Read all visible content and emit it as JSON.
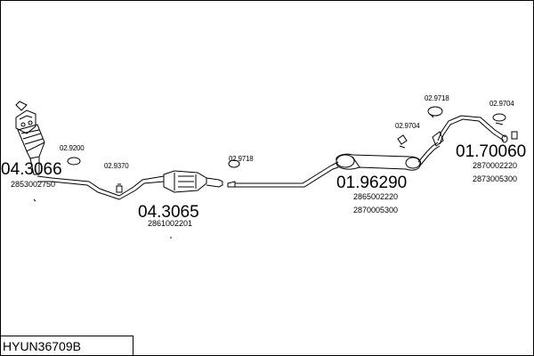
{
  "parts": {
    "cat_front": {
      "number": "04.3066",
      "ref": "2853002750"
    },
    "clamp_9200": {
      "number": "02.9200"
    },
    "clamp_9370": {
      "number": "02.9370"
    },
    "cat_middle": {
      "number": "04.3065",
      "ref": "2861002201"
    },
    "clamp_9718_a": {
      "number": "02.9718"
    },
    "silencer_middle": {
      "number": "01.96290",
      "refs": [
        "2865002220",
        "2870005300"
      ]
    },
    "clamp_9704_a": {
      "number": "02.9704"
    },
    "clamp_9718_b": {
      "number": "02.9718"
    },
    "clamp_9704_b": {
      "number": "02.9704"
    },
    "silencer_rear": {
      "number": "01.70060",
      "refs": [
        "2870002220",
        "2873005300"
      ]
    }
  },
  "diagram_code": "HYUN36709B",
  "colors": {
    "line": "#000000",
    "background": "#ffffff"
  }
}
